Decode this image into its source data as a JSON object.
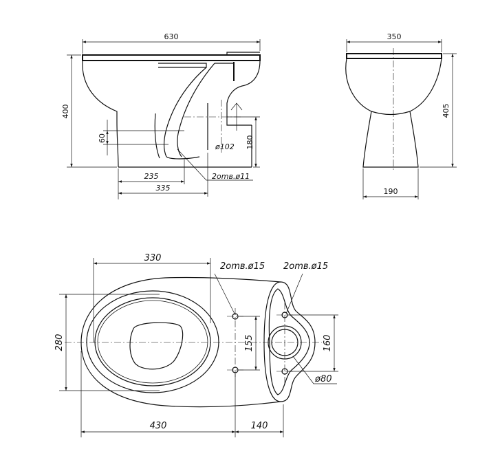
{
  "side_view": {
    "width": "630",
    "height": "400",
    "d60": "60",
    "d180": "180",
    "outlet": "ø102",
    "d235": "235",
    "d335": "335",
    "holes": "2omв.ø11"
  },
  "front_view": {
    "width": "350",
    "height": "405",
    "base": "190"
  },
  "plan_view": {
    "seat_len": "330",
    "holes_left": "2omв.ø15",
    "holes_right": "2omв.ø15",
    "width": "280",
    "spacing_155": "155",
    "spacing_160": "160",
    "inlet": "ø80",
    "total_430": "430",
    "tank_140": "140"
  }
}
